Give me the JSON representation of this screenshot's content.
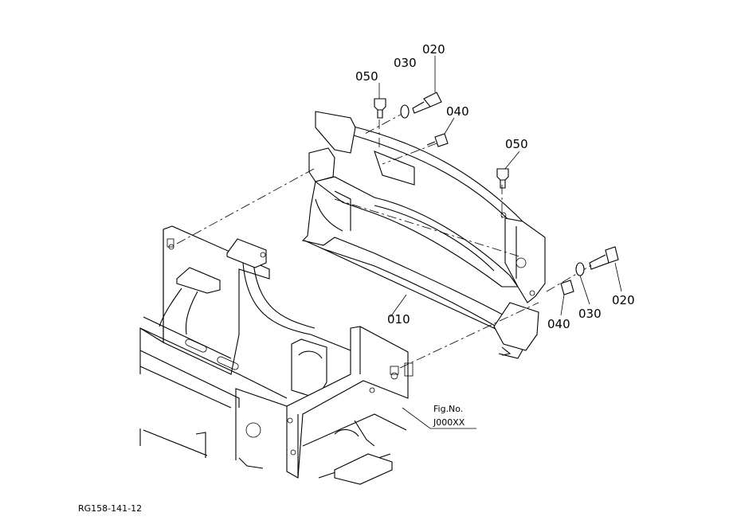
{
  "diagram": {
    "part_labels": [
      "020",
      "030",
      "050",
      "040",
      "050",
      "010",
      "020",
      "030",
      "040"
    ],
    "fig_no_label": "Fig.No.",
    "fig_no_value": "J000XX",
    "drawing_code": "RG158-141-12"
  },
  "colors": {
    "ink": "#000000",
    "paper": "#ffffff"
  }
}
